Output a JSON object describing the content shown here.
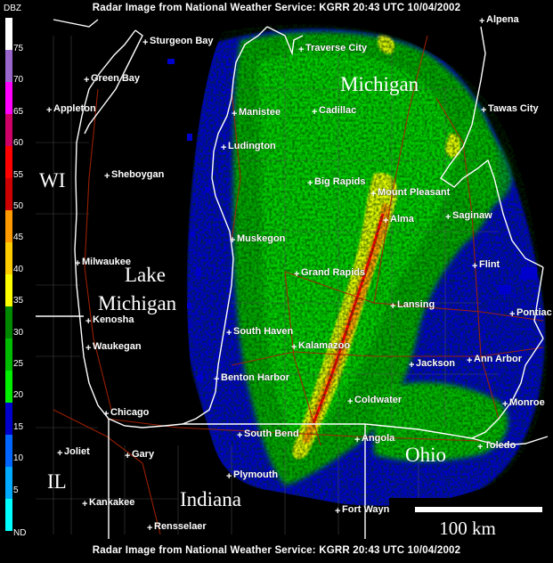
{
  "header": {
    "top": "Radar Image from National Weather Service: KGRR   20:43 UTC  10/04/2002",
    "bottom": "Radar Image from National Weather Service: KGRR   20:43 UTC  10/04/2002"
  },
  "legend": {
    "title": "DBZ",
    "labels": [
      "75",
      "70",
      "65",
      "60",
      "55",
      "50",
      "45",
      "40",
      "35",
      "30",
      "25",
      "20",
      "15",
      "10",
      "5",
      "ND"
    ],
    "colors": [
      "#ffffff",
      "#9966cc",
      "#ff00ff",
      "#cc0066",
      "#ff0000",
      "#cc0000",
      "#ff9900",
      "#ffcc00",
      "#ffff00",
      "#008800",
      "#00bb00",
      "#00ee00",
      "#0000cc",
      "#0066ff",
      "#00aaff",
      "#00ffff",
      "#000000"
    ]
  },
  "scale": {
    "label": "100 km"
  },
  "regions": {
    "wi": "WI",
    "lake": [
      "Lake",
      "Michigan"
    ],
    "michigan": "Michigan",
    "ohio": "Ohio",
    "il": "IL",
    "indiana": "Indiana"
  },
  "cities": [
    "Sturgeon Bay",
    "Traverse City",
    "Alpena",
    "Green Bay",
    "Appleton",
    "Manistee",
    "Cadillac",
    "Tawas City",
    "Ludington",
    "Sheboygan",
    "Big Rapids",
    "Mount Pleasant",
    "Saginaw",
    "Alma",
    "Muskegon",
    "Milwaukee",
    "Grand Rapids",
    "Flint",
    "Lansing",
    "Pontiac",
    "Kenosha",
    "South Haven",
    "Waukegan",
    "Kalamazoo",
    "Jackson",
    "Ann Arbor",
    "Benton Harbor",
    "Coldwater",
    "Monroe",
    "Chicago",
    "South Bend",
    "Angola",
    "Toledo",
    "Joliet",
    "Gary",
    "Plymouth",
    "Kankakee",
    "Fort Wayne",
    "Rensselaer"
  ],
  "colors": {
    "background": "#000000",
    "land": "#000000",
    "lake": "#000000",
    "coast": "#ffffff",
    "state_border": "#ffffff",
    "county_line": "#555555",
    "road": "#aa2200"
  }
}
